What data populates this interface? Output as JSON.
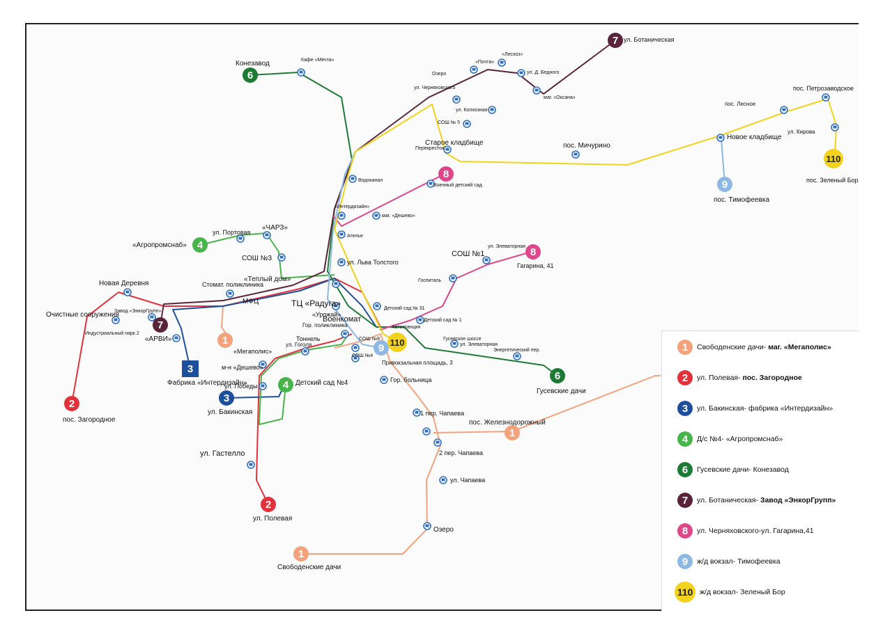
{
  "colors": {
    "route1": "#f4a27c",
    "route2": "#e2313a",
    "route3": "#1e4f9c",
    "route4": "#47b549",
    "route6": "#1d7a35",
    "route7": "#5a2438",
    "route8": "#e0468a",
    "route9": "#8db8e3",
    "route110": "#f2d21c",
    "stop": "#2f6fc0"
  },
  "badges": [
    {
      "label": "6",
      "route": "route6"
    },
    {
      "label": "7",
      "route": "route7"
    },
    {
      "label": "110",
      "route": "route110"
    },
    {
      "label": "9",
      "route": "route9"
    },
    {
      "label": "8",
      "route": "route8"
    },
    {
      "label": "8",
      "route": "route8"
    },
    {
      "label": "4",
      "route": "route4"
    },
    {
      "label": "7",
      "route": "route7"
    },
    {
      "label": "2",
      "route": "route2"
    },
    {
      "label": "1",
      "route": "route1"
    },
    {
      "label": "3",
      "route": "route3"
    },
    {
      "label": "3",
      "route": "route3"
    },
    {
      "label": "4",
      "route": "route4"
    },
    {
      "label": "9",
      "route": "route9"
    },
    {
      "label": "110",
      "route": "route110"
    },
    {
      "label": "6",
      "route": "route6"
    },
    {
      "label": "1",
      "route": "route1"
    },
    {
      "label": "2",
      "route": "route2"
    },
    {
      "label": "1",
      "route": "route1"
    }
  ],
  "labels": [
    "Конезавод",
    "Кафе «Мечта»",
    "ул. Ботаническая",
    "«Почта»",
    "«Лесхоз»",
    "Озеро",
    "ул. Д. Бедного",
    "ул. Черняховского",
    "маг. «Оксана»",
    "ул. Колхозная",
    "СОШ № 5",
    "Перекресток",
    "пос. Петрозаводское",
    "пос. Лесное",
    "ул. Кирова",
    "Старое кладбище",
    "пос. Мичурино",
    "Новое кладбище",
    "пос. Зеленый Бор",
    "Водоканал",
    "Военный детский сад",
    "пос. Тимофеевка",
    "«Интердизайн»",
    "маг. «Дешево»",
    "ул. Портовая",
    "«ЧАРЗ»",
    "«Агропромснаб»",
    "Ателье",
    "СОШ №3",
    "ул. Льва Толстого",
    "СОШ №1",
    "ул. Элеваторная",
    "Гагарина, 41",
    "Новая Деревня",
    "Стомат. поликлиника",
    "«Теплый дом»",
    "Госпиталь",
    "МФЦ",
    "ТЦ «Радуга»",
    "«Урожай»",
    "Гор. поликлиника",
    "Очистные сооружения",
    "Завод «ЭнкорГрупп»",
    "Индустриальный парк 2",
    "Военкомат",
    "Детский сад № 31",
    "Детский сад № 1",
    "Автостанция",
    "«АРВИ»",
    "«Мегаполис»",
    "Тоннель",
    "ул. Гоголя",
    "СОШ №6",
    "СОШ №4",
    "Гусевское шоссе",
    "ул. Элеваторная",
    "Энергетический пер.",
    "Привокзальная площадь, 3",
    "Фабрика «Интердизайн»",
    "м-н «Дешево»",
    "Детский сад №4",
    "Гусевские дачи",
    "Гор. больница",
    "ул. Победы",
    "пос. Загородное",
    "ул. Бакинская",
    "1 пер. Чапаева",
    "пос. Железнодорожный",
    "ул. Гастелло",
    "2 пер. Чапаева",
    "ул. Чапаева",
    "ул. Полевая",
    "Озеро",
    "Свободенские дачи"
  ],
  "legend": [
    {
      "badge": "1",
      "route": "route1",
      "text": "Свободенские дачи- ",
      "bold": "маг. «Мегаполис»"
    },
    {
      "badge": "2",
      "route": "route2",
      "text": "ул. Полевая- ",
      "bold": "пос. Загородное"
    },
    {
      "badge": "3",
      "route": "route3",
      "text": "ул. Бакинская- фабрика «Интердизайн»",
      "bold": ""
    },
    {
      "badge": "4",
      "route": "route4",
      "text": "Д/с №4- «Агропромснаб»",
      "bold": ""
    },
    {
      "badge": "6",
      "route": "route6",
      "text": "Гусевские дачи- Конезавод",
      "bold": ""
    },
    {
      "badge": "7",
      "route": "route7",
      "text": "ул. Ботаническая- ",
      "bold": "Завод «ЭнкорГрупп»"
    },
    {
      "badge": "8",
      "route": "route8",
      "text": "ул. Черняховского-ул. Гагарина,41",
      "bold": ""
    },
    {
      "badge": "9",
      "route": "route9",
      "text": "ж/д вокзал- Тимофеевка",
      "bold": ""
    },
    {
      "badge": "110",
      "route": "route110",
      "text": "ж/д вокзал- Зеленый Бор",
      "bold": ""
    }
  ]
}
